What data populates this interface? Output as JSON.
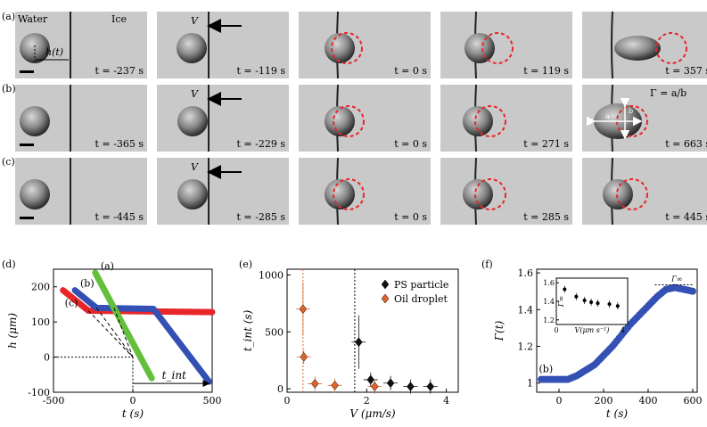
{
  "panel_labels": [
    "(a)",
    "(b)",
    "(c)",
    "(d)",
    "(e)",
    "(f)"
  ],
  "frames": {
    "a": [
      "t = -237 s",
      "t = -119 s",
      "t = 0 s",
      "t = 119 s",
      "t = 357 s"
    ],
    "b": [
      "t = -365 s",
      "t = -229 s",
      "t = 0 s",
      "t = 271 s",
      "t = 663 s"
    ],
    "c": [
      "t = -445 s",
      "t = -285 s",
      "t = 0 s",
      "t = 285 s",
      "t = 445 s"
    ]
  },
  "annotations": {
    "water": "Water",
    "ice": "Ice",
    "h_t": "h(t)",
    "velocity": "V",
    "gamma_def": "Γ = a/b",
    "a": "a",
    "b": "b"
  },
  "colors": {
    "red_curve": "#e8262a",
    "blue_curve": "#3450b4",
    "green_curve": "#64c03c",
    "ps_marker": "#111111",
    "oil_marker": "#e0642a",
    "circle_dash": "#e8262a"
  },
  "chart_data": [
    {
      "panel": "(d)",
      "type": "line",
      "xlabel": "t (s)",
      "ylabel": "h (μm)",
      "xlim": [
        -500,
        500
      ],
      "ylim": [
        -100,
        250
      ],
      "xticks": [
        -500,
        0,
        500
      ],
      "yticks": [
        -100,
        0,
        100,
        200
      ],
      "series": [
        {
          "name": "(c)",
          "color": "#e8262a",
          "x": [
            -440,
            -280,
            500
          ],
          "y": [
            190,
            132,
            128
          ]
        },
        {
          "name": "(b)",
          "color": "#3450b4",
          "x": [
            -365,
            -229,
            130,
            480
          ],
          "y": [
            190,
            140,
            137,
            -70
          ]
        },
        {
          "name": "(a)",
          "color": "#64c03c",
          "x": [
            -237,
            -119,
            119
          ],
          "y": [
            240,
            140,
            -60
          ]
        }
      ],
      "annotation": "t_int"
    },
    {
      "panel": "(e)",
      "type": "scatter",
      "xlabel": "V (μm/s)",
      "ylabel": "t_int (s)",
      "xlim": [
        0,
        4.3
      ],
      "ylim": [
        -30,
        1050
      ],
      "xticks": [
        0,
        2,
        4
      ],
      "yticks": [
        0,
        500,
        1000
      ],
      "series": [
        {
          "name": "PS particle",
          "color": "#111111",
          "x": [
            1.8,
            2.1,
            2.6,
            3.1,
            3.6
          ],
          "y": [
            410,
            80,
            50,
            20,
            20
          ]
        },
        {
          "name": "Oil droplet",
          "color": "#e0642a",
          "x": [
            0.4,
            0.42,
            0.7,
            1.2,
            2.2
          ],
          "y": [
            700,
            280,
            45,
            30,
            20
          ]
        }
      ]
    },
    {
      "panel": "(f)",
      "type": "scatter",
      "xlabel": "t (s)",
      "ylabel": "Γ(t)",
      "xlim": [
        -100,
        620
      ],
      "ylim": [
        0.95,
        1.62
      ],
      "xticks": [
        0,
        200,
        400,
        600
      ],
      "yticks": [
        1,
        1.2,
        1.4,
        1.6
      ],
      "curve_label": "(b)",
      "series": [
        {
          "name": "(b)",
          "color": "#3450b4",
          "x": [
            -80,
            -40,
            0,
            40,
            80,
            120,
            160,
            200,
            240,
            280,
            320,
            360,
            400,
            440,
            480,
            520,
            560,
            600
          ],
          "y": [
            1.02,
            1.02,
            1.02,
            1.02,
            1.04,
            1.07,
            1.1,
            1.15,
            1.2,
            1.26,
            1.32,
            1.37,
            1.42,
            1.47,
            1.51,
            1.52,
            1.51,
            1.5
          ]
        }
      ],
      "inset": {
        "xlabel": "V(μm s⁻¹)",
        "ylabel": "Γ∞",
        "xticks": [
          0,
          4
        ],
        "yticks": [
          1.2,
          1.4,
          1.6
        ],
        "gamma_inf_label": "Γ∞",
        "x": [
          0.5,
          1.2,
          1.7,
          2.1,
          2.5,
          3.2,
          3.7
        ],
        "y": [
          1.53,
          1.45,
          1.41,
          1.39,
          1.38,
          1.37,
          1.35
        ]
      }
    }
  ]
}
